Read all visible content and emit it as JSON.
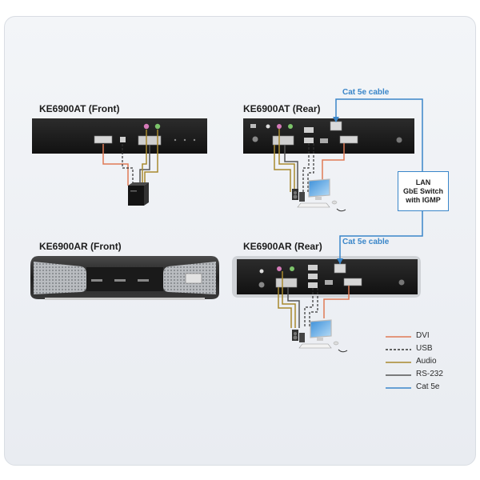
{
  "devices": {
    "tx_front": "KE6900AT (Front)",
    "tx_rear": "KE6900AT (Rear)",
    "rx_front": "KE6900AR (Front)",
    "rx_rear": "KE6900AR (Rear)"
  },
  "cables": {
    "top": "Cat 5e cable",
    "bottom": "Cat 5e cable"
  },
  "switch": {
    "line1": "LAN",
    "line2": "GbE Switch",
    "line3": "with IGMP"
  },
  "legend": [
    {
      "label": "DVI",
      "color": "#e07a55",
      "style": "solid"
    },
    {
      "label": "USB",
      "color": "#333333",
      "style": "dashed"
    },
    {
      "label": "Audio",
      "color": "#a8892e",
      "style": "solid"
    },
    {
      "label": "RS-232",
      "color": "#555555",
      "style": "solid"
    },
    {
      "label": "Cat 5e",
      "color": "#3a86c9",
      "style": "solid"
    }
  ],
  "colors": {
    "dvi": "#e07a55",
    "usb": "#333333",
    "audio": "#a8892e",
    "rs232": "#555555",
    "cat5e": "#3a86c9",
    "device_body": "#1e1e1e"
  }
}
